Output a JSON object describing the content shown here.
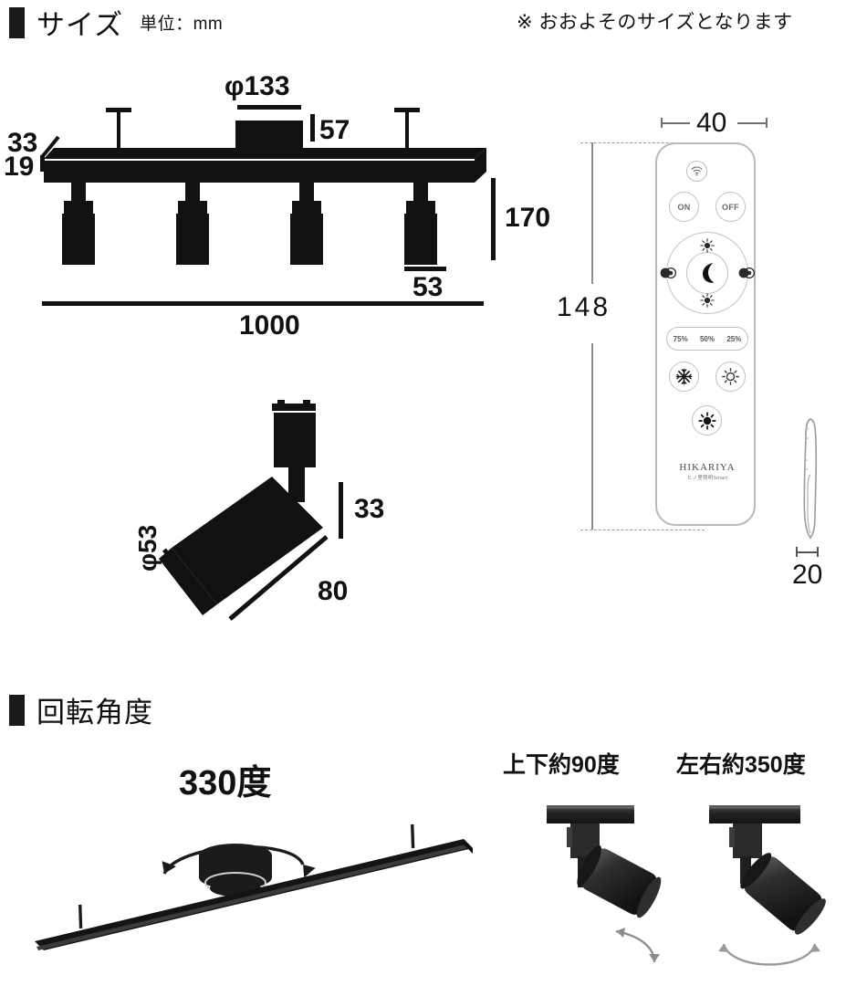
{
  "sections": {
    "size": {
      "title": "サイズ",
      "unit": "単位：mm",
      "note": "※ おおよそのサイズとなります"
    },
    "rotation": {
      "title": "回転角度"
    }
  },
  "fixture": {
    "mount_diameter": "φ133",
    "mount_height": "57",
    "track_top": "33",
    "track_bottom": "19",
    "head_height": "170",
    "head_diameter": "53",
    "total_length": "1000"
  },
  "spot_detail": {
    "arm_height": "33",
    "body_length": "80",
    "body_diameter": "φ53"
  },
  "remote": {
    "width": "40",
    "height": "148",
    "thickness": "20",
    "buttons": {
      "wifi": "wifi-icon",
      "on": "ON",
      "off": "OFF",
      "dial_top": "sun-icon",
      "dial_bottom": "sun-icon",
      "dial_left": "brightness-down-icon",
      "dial_right": "brightness-up-icon",
      "dial_center": "moon-icon",
      "preset_75": "75%",
      "preset_50": "50%",
      "preset_25": "25%",
      "cool": "snowflake-icon",
      "warm": "sun-small-icon",
      "mix": "mixed-light-icon"
    },
    "brand": {
      "name": "HIKARIYA",
      "tagline": "ヒノ里照明Smart"
    }
  },
  "rotation": {
    "track_angle": "330度",
    "tilt_label": "上下約90度",
    "swivel_label": "左右約350度"
  },
  "colors": {
    "ink": "#111111",
    "outline": "#bcbcc1",
    "text_gray": "#6a6a70"
  }
}
